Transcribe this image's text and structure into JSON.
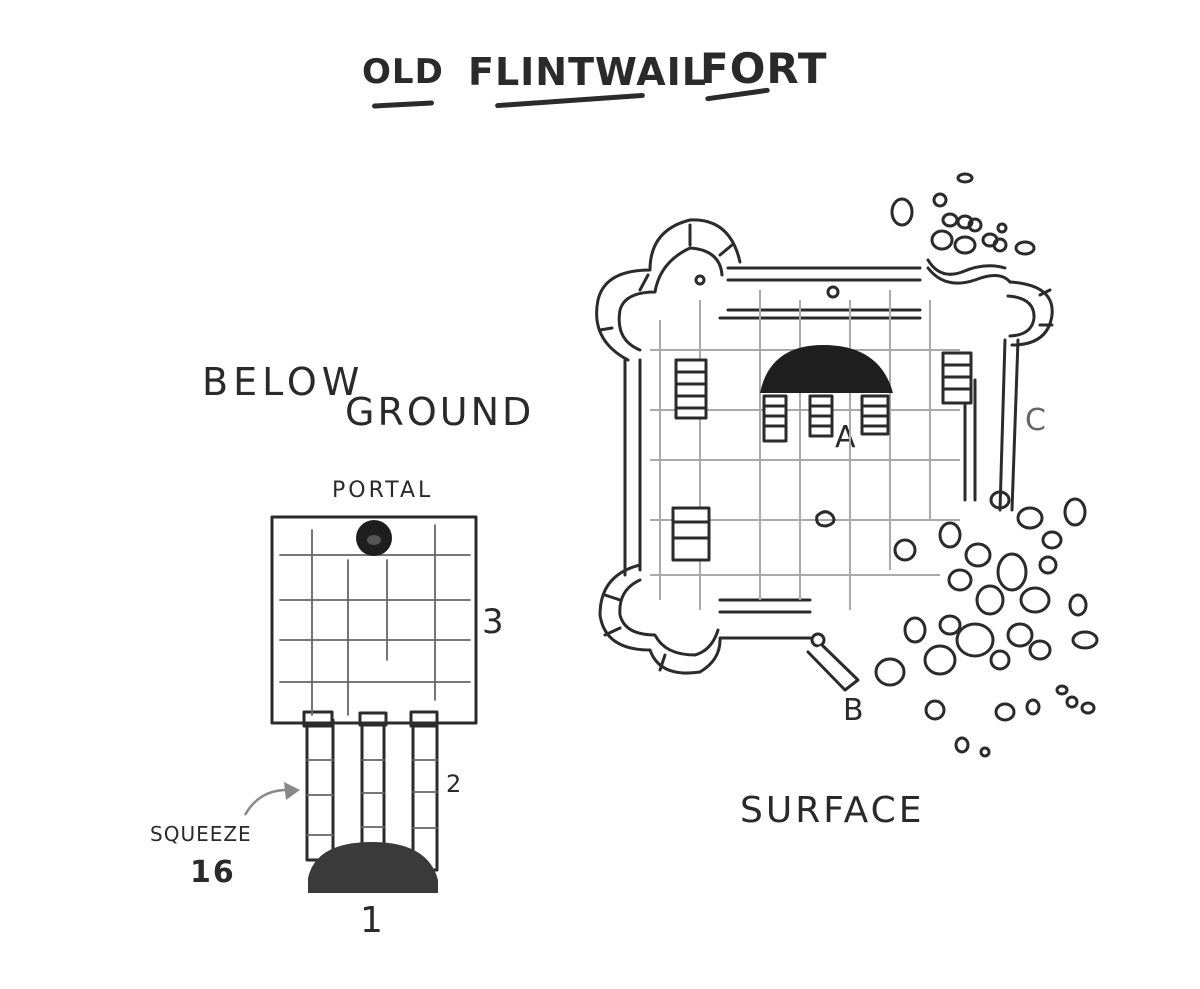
{
  "title": {
    "word1": "OLD",
    "word2": "FLINTWAIL",
    "word3": "FORT"
  },
  "below_ground": {
    "heading_line1": "BELOW",
    "heading_line2": "GROUND",
    "portal_label": "PORTAL",
    "room_label": "3",
    "corridor_label": "2",
    "entrance_label": "1",
    "squeeze_label": "SQUEEZE",
    "squeeze_dc": "16"
  },
  "surface": {
    "heading": "SURFACE",
    "markers": {
      "a": "A",
      "b": "B",
      "c": "C"
    }
  },
  "colors": {
    "ink": "#2b2b2b",
    "pencil": "#aaaaaa",
    "paper": "#ffffff"
  }
}
